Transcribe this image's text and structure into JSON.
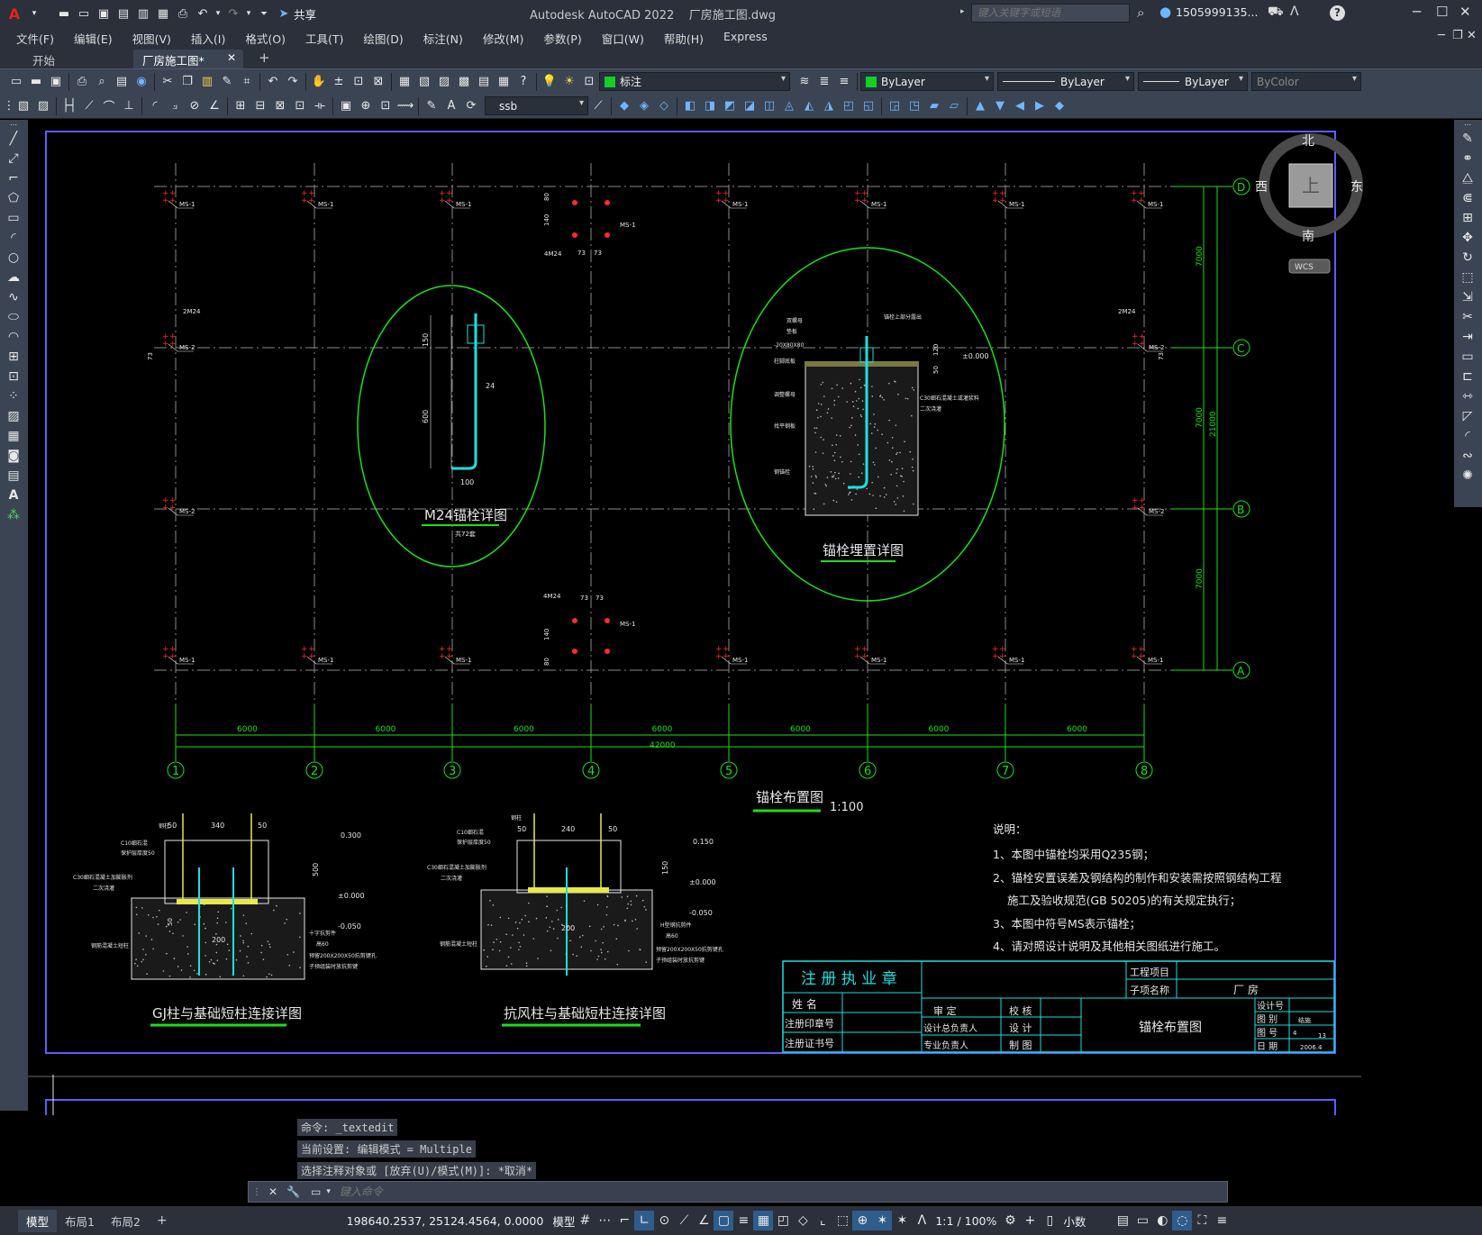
{
  "app": {
    "title": "Autodesk AutoCAD 2022",
    "file": "厂房施工图.dwg",
    "share": "共享"
  },
  "search": {
    "placeholder": "键入关键字或短语"
  },
  "user": {
    "name": "1505999135...",
    "help": "?"
  },
  "menu": [
    "文件(F)",
    "编辑(E)",
    "视图(V)",
    "插入(I)",
    "格式(O)",
    "工具(T)",
    "绘图(D)",
    "标注(N)",
    "修改(M)",
    "参数(P)",
    "窗口(W)",
    "帮助(H)",
    "Express"
  ],
  "tabs": {
    "start": "开始",
    "current": "厂房施工图*",
    "add": "+"
  },
  "toolbar": {
    "layer": "标注",
    "color": "ByLayer",
    "linetype": "ByLayer",
    "lineweight": "ByLayer",
    "plotstyle": "ByColor",
    "dimstyle": "ssb"
  },
  "viewcube": {
    "north": "北",
    "south": "南",
    "east": "东",
    "west": "西",
    "top": "上",
    "wcs": "WCS"
  },
  "drawing": {
    "gridCols": [
      "1",
      "2",
      "3",
      "4",
      "5",
      "6",
      "7",
      "8"
    ],
    "gridRows": [
      "D",
      "C",
      "B",
      "A"
    ],
    "spans": [
      "6000",
      "6000",
      "6000",
      "6000",
      "6000",
      "6000",
      "6000"
    ],
    "total": "42000",
    "rowSpans": [
      "7000",
      "7000",
      "7000"
    ],
    "rowTotal": "21000",
    "ms1": "MS-1",
    "ms2": "MS-2",
    "m2": "2M24",
    "m4": "4M24",
    "d73": "73",
    "d80": "80",
    "d140": "140",
    "title": "锚栓布置图",
    "scale": "1:100",
    "bolt": {
      "title": "M24锚栓详图",
      "sub": "共72套",
      "d150": "150",
      "d600": "600",
      "d24": "24",
      "d100": "100"
    },
    "embed": {
      "title": "锚栓埋置详图",
      "top": "锚栓上部分露出",
      "elev": "±0.000",
      "d120": "120",
      "d50": "50",
      "l1": "双螺母",
      "l2": "垫板",
      "l3": "-20X80X80",
      "l4": "柱脚底板",
      "l5": "调整螺母",
      "l6": "找平钢板",
      "l7": "钢锚栓",
      "l8": "C30细石混凝土或灌浆料",
      "l9": "二次浇灌"
    },
    "notes": [
      "说明：",
      "1、本图中锚栓均采用Q235钢；",
      "2、锚栓安置误差及钢结构的制作和安装需按照钢结构工程",
      "施工及验收规范(GB 50205)的有关规定执行；",
      "3、本图中符号MS表示锚栓；",
      "4、请对照设计说明及其他相关图纸进行施工。"
    ],
    "gj": {
      "title": "GJ柱与基础短柱连接详图",
      "d50a": "50",
      "d340": "340",
      "d50b": "50",
      "e1": "0.300",
      "e2": "±0.000",
      "e3": "-0.050",
      "d500": "500",
      "d200": "200",
      "l1": "钢柱",
      "l2": "C10细石混",
      "l3": "保护层厚度50",
      "l4": "C30细石混凝土加膨胀剂",
      "l5": "二次浇灌",
      "l6": "钢筋混凝土短柱",
      "l7": "十字抗剪件",
      "l8": "高60",
      "l9": "预留200X200X50抗剪键孔",
      "l10": "子预组装时放抗剪键",
      "d50c": "50"
    },
    "kf": {
      "title": "抗风柱与基础短柱连接详图",
      "d50a": "50",
      "d240": "240",
      "d50b": "50",
      "e1": "0.150",
      "e2": "±0.000",
      "e3": "-0.050",
      "d150": "150",
      "d200": "200",
      "l1": "钢柱",
      "l2": "C10细石混",
      "l3": "保护层厚度50",
      "l4": "C30细石混凝土加膨胀剂",
      "l5": "二次浇灌",
      "l6": "钢筋混凝土短柱",
      "l7": "H型钢抗剪件",
      "l8": "高60",
      "l9": "预留200X200X50抗剪键孔",
      "l10": "子预组装时放抗剪键"
    },
    "titleblock": {
      "stamp": "注 册 执 业 章",
      "name": "姓 名",
      "seal": "注册印章号",
      "cert": "注册证书号",
      "review": "审 定",
      "check": "校 核",
      "designer_lead": "设计总负责人",
      "design": "设 计",
      "prof_lead": "专业负责人",
      "draw": "制 图",
      "project": "工程项目",
      "sub": "子项名称",
      "subval": "厂 房",
      "dwgname": "锚栓布置图",
      "dno": "设计号",
      "phase": "图 别",
      "phaseval": "结施",
      "num": "图 号",
      "numval": "4",
      "of": "13",
      "date": "日 期",
      "dateval": "2006.4"
    }
  },
  "command": {
    "l1": "命令: _textedit",
    "l2": "当前设置: 编辑模式 = Multiple",
    "l3": "选择注释对象或 [放弃(U)/模式(M)]: *取消*",
    "placeholder": "键入命令"
  },
  "status": {
    "model": "模型",
    "layout1": "布局1",
    "layout2": "布局2",
    "coords": "198640.2537, 25124.4564, 0.0000",
    "space": "模型",
    "scale": "1:1 / 100%",
    "units": "小数"
  }
}
